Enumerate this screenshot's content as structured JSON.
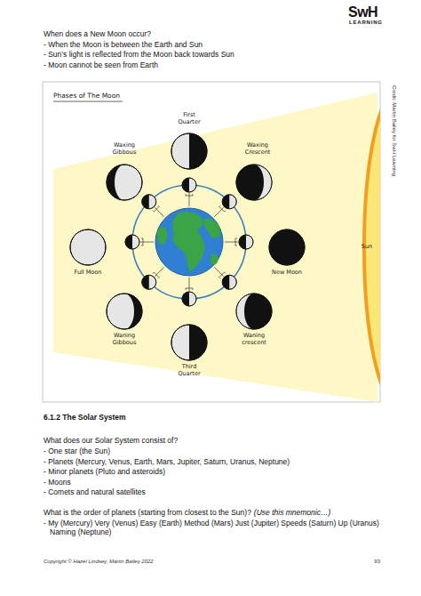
{
  "diagram": {
    "labels": [
      "SwH",
      "LEARNING",
      "When does a New Moon occur?",
      "- When the Moon is between the Earth and Sun",
      "- Sun’s light is reflected from the Moon back towards Sun",
      "- Moon cannot be seen from Earth",
      "Phases of The Moon",
      "First Quarter",
      "Waxing Crescent",
      "Waxing Gibbous",
      "Full Moon",
      "New Moon",
      "Sun",
      "Waning Gibbous",
      "Waning crescent",
      "Third Quarter",
      "Credit: Martin Bailey for SwH Learning",
      "6.1.2 The Solar System",
      "What does our Solar System consist of?",
      "- One star (the Sun)",
      "- Planets (Mercury, Venus, Earth, Mars, Jupiter, Saturn, Uranus, Neptune)",
      "- Minor planets (Pluto and asteroids)",
      "- Moons",
      "- Comets and natural satellites",
      "What is the order of planets (starting from closest to the Sun)?",
      "(Use this mnemonic…)",
      "- My (Mercury) Very (Venus) Easy (Earth) Method (Mars) Just (Jupiter) Speeds (Saturn) Up (Uranus) Naming (Neptune)",
      "Copyright © Hazel Lindsey, Martin Bailey 2022",
      "93"
    ]
  }
}
